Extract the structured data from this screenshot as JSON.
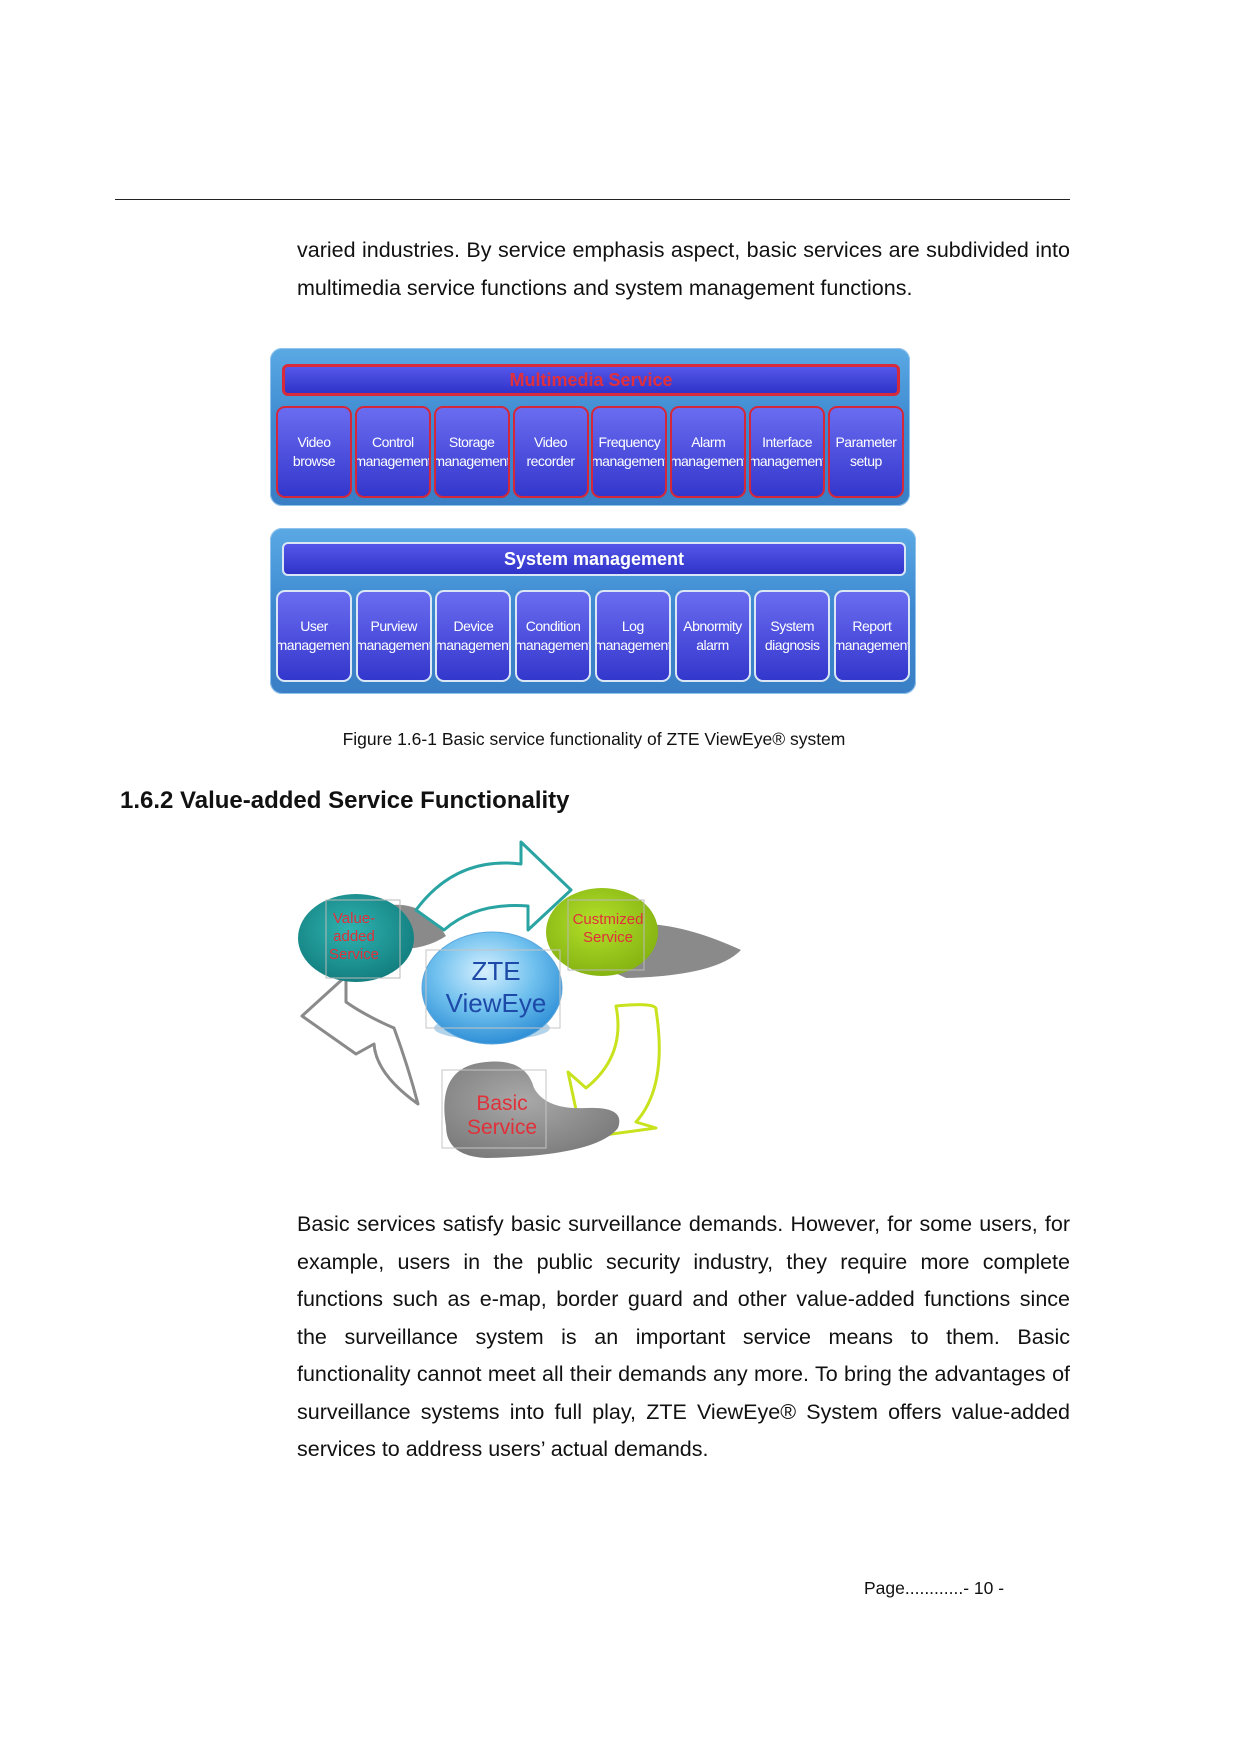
{
  "intro_text": "varied industries. By service emphasis aspect, basic services are subdivided into multimedia service functions and system management functions.",
  "figure1": {
    "multimedia_title": "Multimedia Service",
    "multimedia_items": [
      "Video\nbrowse",
      "Control\nmanagement",
      "Storage\nmanagement",
      "Video\nrecorder",
      "Frequency\nmanagement",
      "Alarm\nmanagement",
      "Interface\nmanagement",
      "Parameter\nsetup"
    ],
    "system_title": "System management",
    "system_items": [
      "User\nmanagement",
      "Purview\nmanagement",
      "Device\nmanagement",
      "Condition\nmanagement",
      "Log\nmanagement",
      "Abnormity\nalarm",
      "System\ndiagnosis",
      "Report\nmanagement"
    ],
    "caption": "Figure 1.6-1 Basic service functionality of ZTE ViewEye® system"
  },
  "section_heading": "1.6.2 Value-added Service Functionality",
  "figure2": {
    "value_added_line1": "Value-",
    "value_added_line2": "added",
    "value_added_line3": "Service",
    "customized_line1": "Custmized",
    "customized_line2": "Service",
    "center_line1": "ZTE",
    "center_line2": "ViewEye",
    "basic_line1": "Basic",
    "basic_line2": "Service",
    "colors": {
      "teal": "#1a9a9a",
      "green": "#93c41a",
      "gray": "#888888",
      "blue": "#4aa7e2",
      "red": "#e0303a"
    }
  },
  "body_text": "Basic services satisfy basic surveillance demands. However, for some users, for example, users in the public security industry, they require more complete functions such as e-map, border guard and other value-added functions since the surveillance system is an important service means to them. Basic functionality cannot meet all their demands any more. To bring the advantages of surveillance systems into full play, ZTE ViewEye® System offers value-added services to address users’ actual demands.",
  "footer": "Page............-  10  -"
}
